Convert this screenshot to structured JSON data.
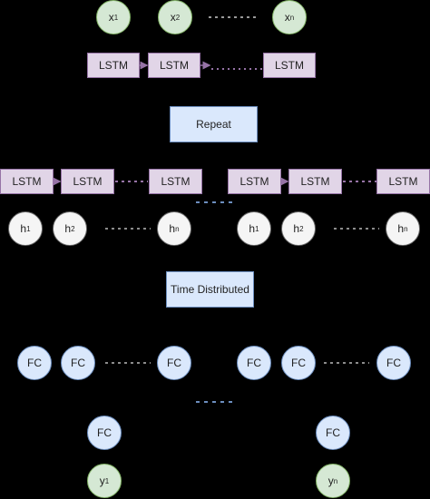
{
  "inputs": [
    {
      "base": "x",
      "sub": "1"
    },
    {
      "base": "x",
      "sub": "2"
    },
    {
      "base": "x",
      "sub": "n"
    }
  ],
  "lstm_label": "LSTM",
  "repeat_label": "Repeat",
  "hidden": [
    {
      "base": "h",
      "sub": "1"
    },
    {
      "base": "h",
      "sub": "2"
    },
    {
      "base": "h",
      "sub": "n"
    }
  ],
  "time_distributed_label": "Time Distributed",
  "fc_label": "FC",
  "outputs": [
    {
      "base": "y",
      "sub": "1"
    },
    {
      "base": "y",
      "sub": "n"
    }
  ],
  "colors": {
    "input_fill": "#d5e8d4",
    "input_stroke": "#82b366",
    "lstm_fill": "#e1d5e7",
    "lstm_stroke": "#9673a6",
    "block_fill": "#dae8fc",
    "block_stroke": "#6c8ebf",
    "hidden_fill": "#f5f5f5",
    "hidden_stroke": "#666666",
    "arrow": "#9673a6"
  }
}
